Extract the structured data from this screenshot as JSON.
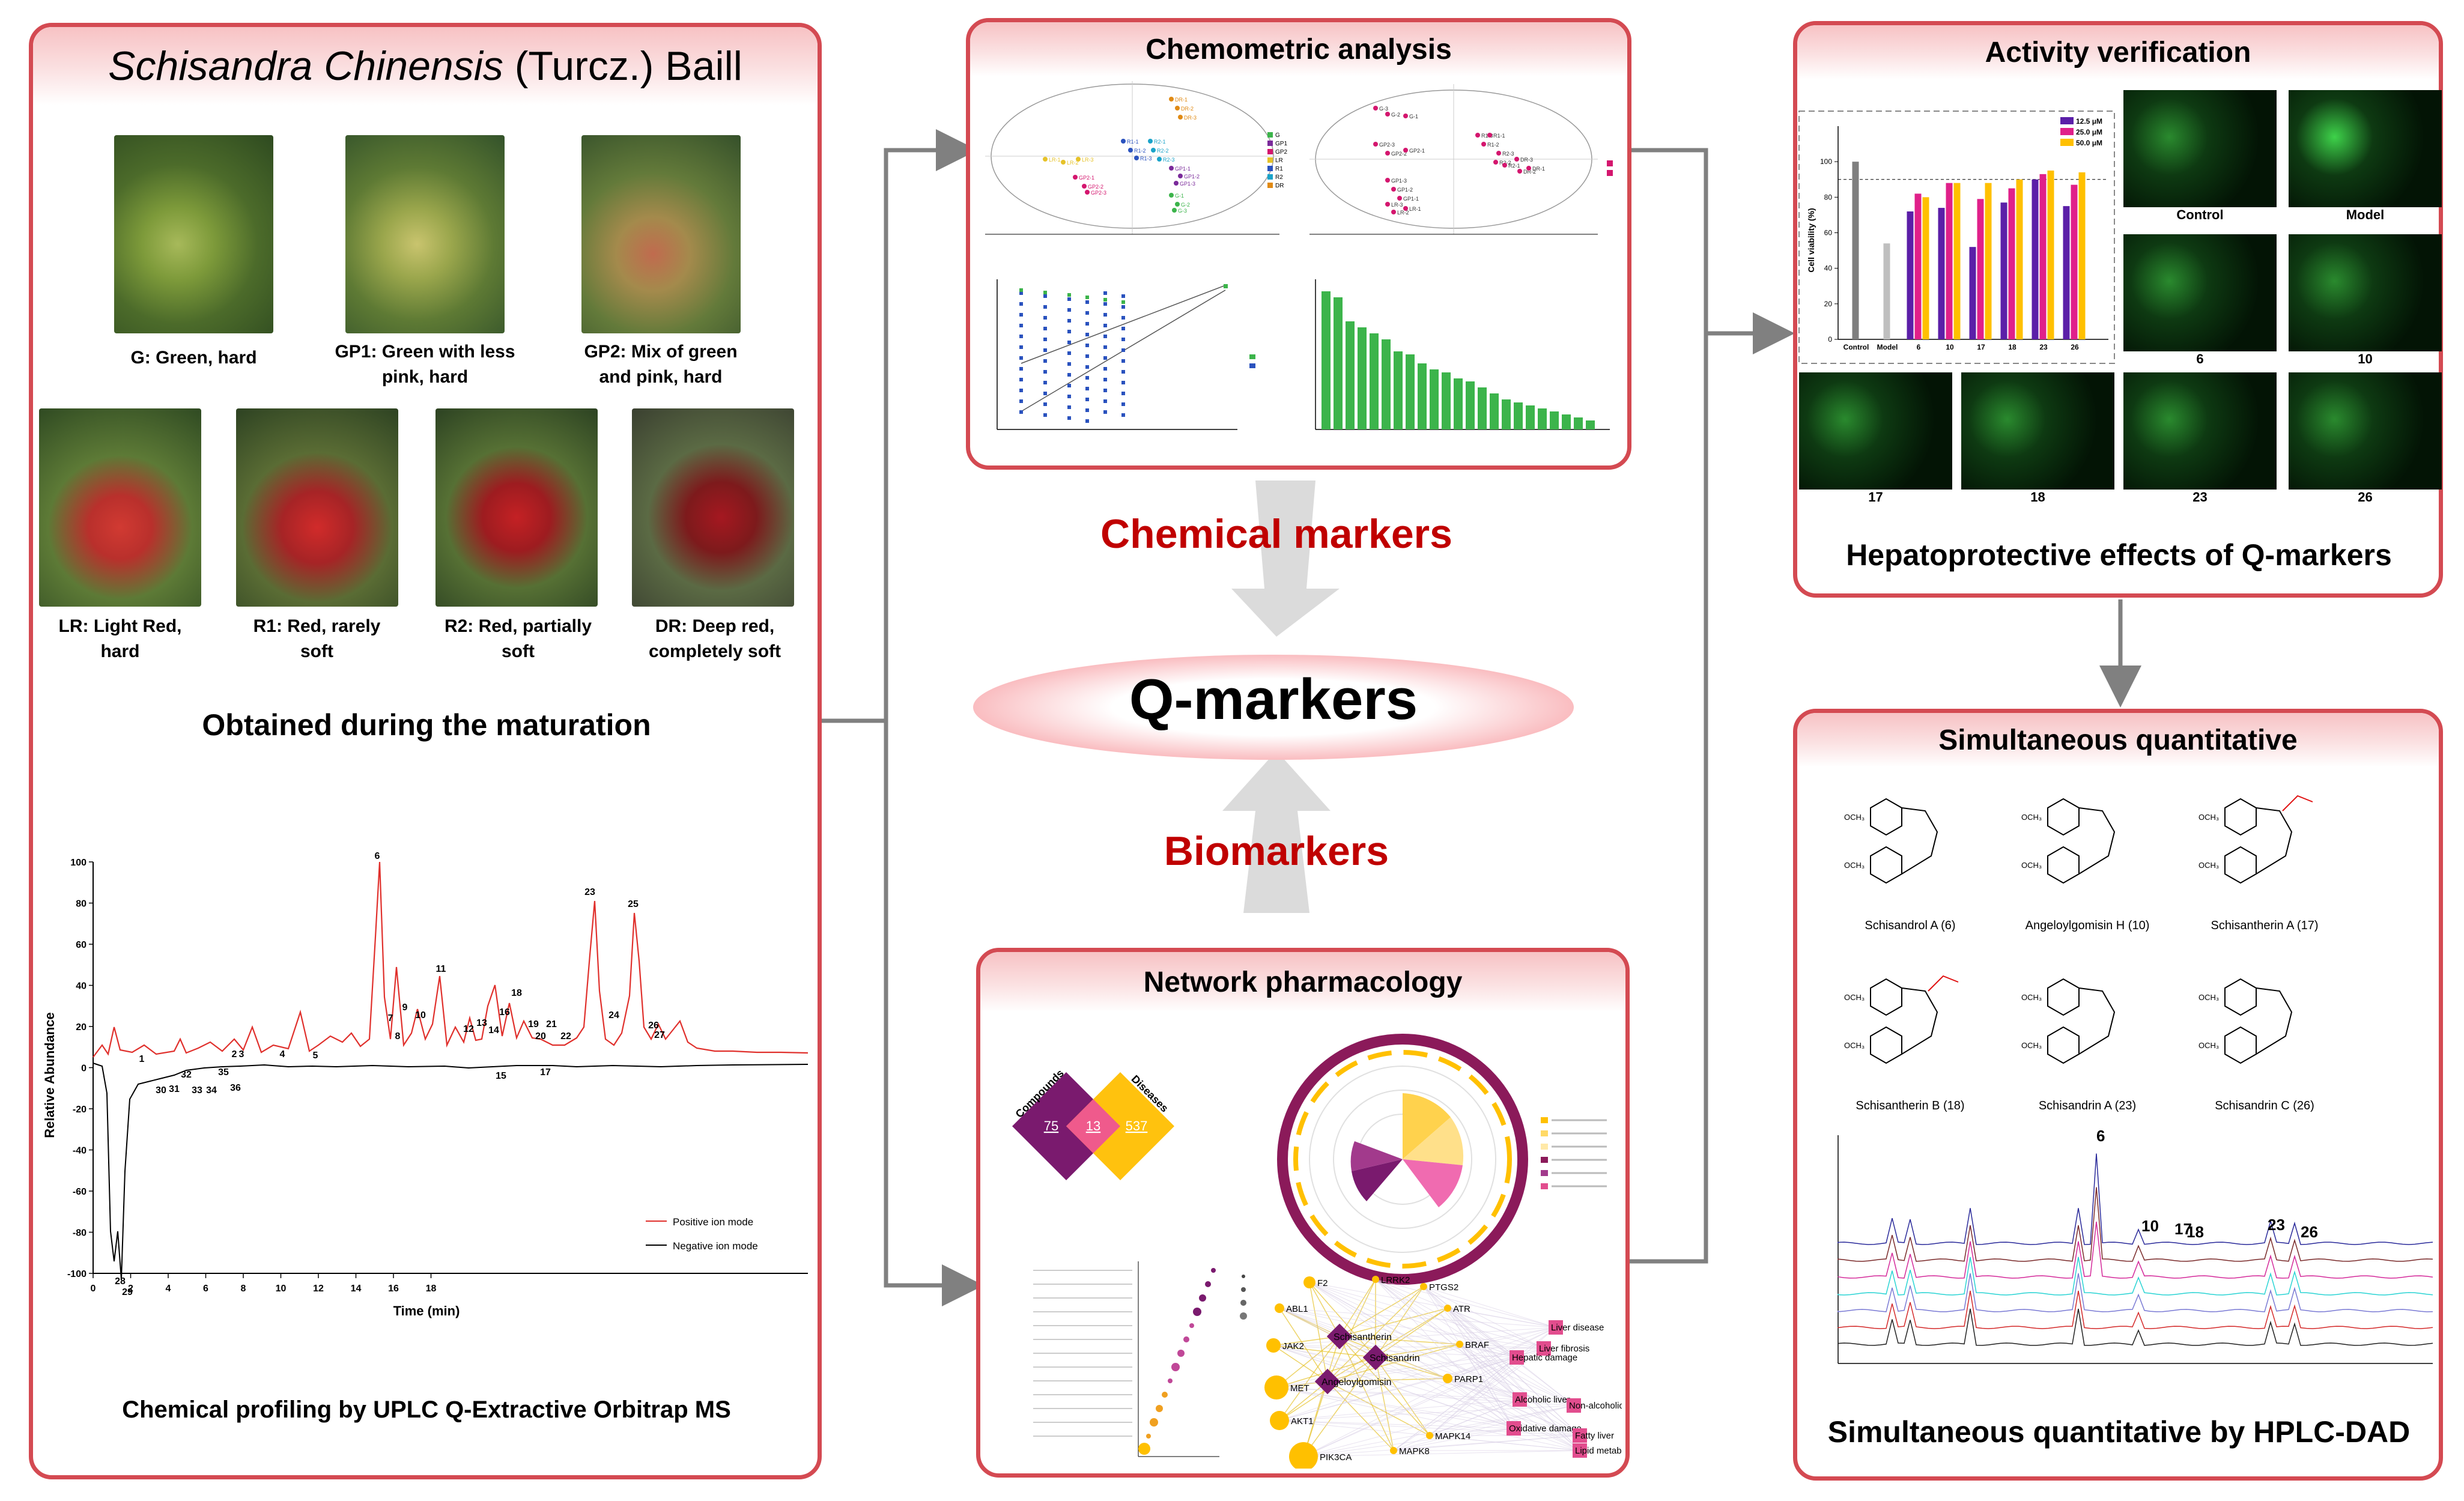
{
  "left_panel": {
    "title_italic": "Schisandra Chinensis",
    "title_rest": " (Turcz.) Baill",
    "samples": [
      {
        "label": "G: Green, hard"
      },
      {
        "label": "GP1: Green with less pink, hard"
      },
      {
        "label": "GP2: Mix of green and pink, hard"
      },
      {
        "label": "LR: Light Red, hard"
      },
      {
        "label": "R1: Red, rarely soft"
      },
      {
        "label": "R2: Red, partially soft"
      },
      {
        "label": "DR: Deep red, completely soft"
      }
    ],
    "maturation_caption": "Obtained during the maturation",
    "profiling_caption": "Chemical profiling by UPLC Q-Extractive Orbitrap MS"
  },
  "chromatogram": {
    "ylabel": "Relative Abundance",
    "xlabel": "Time (min)",
    "y_ticks": [
      "100",
      "80",
      "60",
      "40",
      "20",
      "0",
      "-20",
      "-40",
      "-60",
      "-80",
      "-100"
    ],
    "x_ticks": [
      "0",
      "2",
      "4",
      "6",
      "8",
      "10",
      "12",
      "14",
      "16",
      "18"
    ],
    "legend_positive": "Positive ion mode",
    "legend_negative": "Negative ion mode",
    "peak_labels": [
      "1",
      "2",
      "3",
      "4",
      "5",
      "6",
      "7",
      "8",
      "9",
      "10",
      "11",
      "12",
      "13",
      "14",
      "15",
      "16",
      "17",
      "18",
      "19",
      "20",
      "21",
      "22",
      "23",
      "24",
      "25",
      "26",
      "27",
      "28",
      "29",
      "30",
      "31",
      "32",
      "33",
      "34",
      "35",
      "36"
    ]
  },
  "center": {
    "chemometric_title": "Chemometric analysis",
    "network_title": "Network pharmacology",
    "chemical_markers": "Chemical markers",
    "biomarkers": "Biomarkers",
    "qmarkers": "Q-markers",
    "venn": {
      "left_label": "Compounds",
      "right_label": "Diseases",
      "left_value": "75",
      "overlap_value": "13",
      "right_value": "537"
    },
    "network_nodes": [
      "F2",
      "LRRK2",
      "PTGS2",
      "ABL1",
      "ATR",
      "JAK2",
      "BRAF",
      "MET",
      "PARP1",
      "AKT1",
      "MAPK14",
      "PIK3CA",
      "MAPK8",
      "Schisantherin",
      "Schisandrin",
      "Angeloylgomisin",
      "Liver disease",
      "Liver fibrosis",
      "Hepatic damage",
      "Alcoholic liver",
      "Non-alcoholic liver",
      "Oxidative damage",
      "Fatty liver",
      "Lipid metabolism"
    ],
    "pls_groups": [
      "G",
      "GP1",
      "GP2",
      "LR",
      "R1",
      "R2",
      "DR"
    ],
    "pls_point_labels": [
      "DR-1",
      "DR-2",
      "DR-3",
      "R2-1",
      "R2-2",
      "R2-3",
      "R1-1",
      "R1-2",
      "R1-3",
      "LR-1",
      "LR-2",
      "LR-3",
      "GP1-1",
      "GP1-2",
      "GP1-3",
      "GP2-1",
      "GP2-2",
      "GP2-3",
      "G-1",
      "G-2",
      "G-3"
    ]
  },
  "right_panel": {
    "activity_title": "Activity verification",
    "hepatoprotective_caption": "Hepatoprotective effects of Q-markers",
    "quant_title": "Simultaneous quantitative",
    "hplc_caption": "Simultaneous quantitative by HPLC-DAD",
    "bar_ylabel": "Cell viability (%)",
    "bar_categories": [
      "Control",
      "Model",
      "6",
      "10",
      "17",
      "18",
      "23",
      "26"
    ],
    "bar_legend": [
      "12.5 μM",
      "25.0 μM",
      "50.0 μM"
    ],
    "bar_y_ticks": [
      "0",
      "20",
      "40",
      "60",
      "80",
      "100"
    ],
    "micro_labels": [
      "Control",
      "Model",
      "6",
      "10",
      "17",
      "18",
      "23",
      "26"
    ],
    "structures": [
      "Schisandrol A (6)",
      "Angeloylgomisin H (10)",
      "Schisantherin A (17)",
      "Schisantherin B (18)",
      "Schisandrin A (23)",
      "Schisandrin C (26)"
    ],
    "hplc_peak_labels": [
      "6",
      "10",
      "17",
      "18",
      "23",
      "26"
    ]
  },
  "chart_data": {
    "type": "bar",
    "title": "",
    "ylabel": "Cell viability (%)",
    "ylim": [
      0,
      120
    ],
    "categories": [
      "Control",
      "Model",
      "6",
      "10",
      "17",
      "18",
      "23",
      "26"
    ],
    "series": [
      {
        "name": "",
        "values": [
          100,
          null,
          null,
          null,
          null,
          null,
          null,
          null
        ]
      },
      {
        "name": "",
        "values": [
          null,
          54,
          null,
          null,
          null,
          null,
          null,
          null
        ]
      },
      {
        "name": "12.5 μM",
        "values": [
          null,
          null,
          72,
          74,
          52,
          77,
          90,
          75
        ]
      },
      {
        "name": "25.0 μM",
        "values": [
          null,
          null,
          82,
          88,
          79,
          85,
          93,
          87
        ]
      },
      {
        "name": "50.0 μM",
        "values": [
          null,
          null,
          80,
          88,
          88,
          90,
          95,
          94
        ]
      }
    ],
    "colors": {
      "control": "#7f7f7f",
      "model": "#bfbfbf",
      "c12": "#5b1fa8",
      "c25": "#e0208a",
      "c50": "#ffc000"
    }
  },
  "colors": {
    "panel_border": "#d44a52",
    "accent_red": "#c00000",
    "arrow_gray": "#808080"
  }
}
